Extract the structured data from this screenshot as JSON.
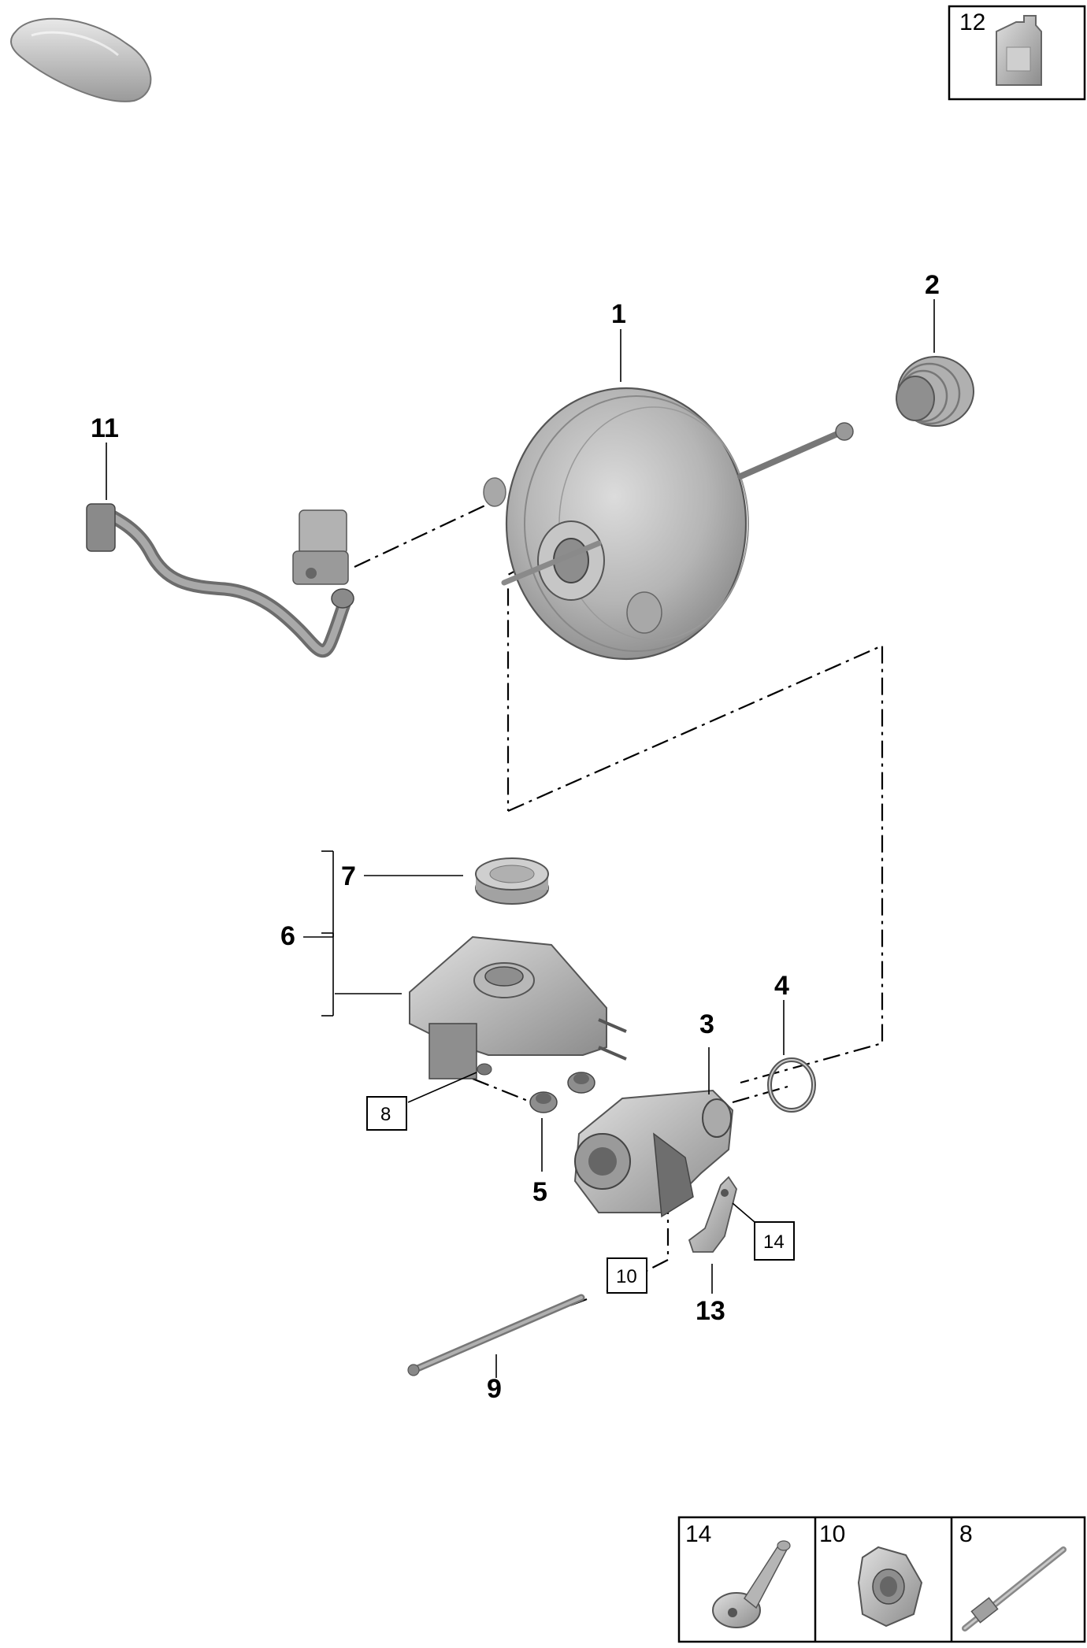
{
  "callouts": {
    "c1": "1",
    "c2": "2",
    "c3": "3",
    "c4": "4",
    "c5": "5",
    "c6": "6",
    "c7": "7",
    "c9": "9",
    "c11": "11",
    "c13": "13"
  },
  "boxed_refs": {
    "b8": "8",
    "b10": "10",
    "b14": "14"
  },
  "corner_box": {
    "number": "12",
    "icon": "oil-bottle-icon"
  },
  "legend": [
    {
      "number": "14",
      "icon": "screw-icon"
    },
    {
      "number": "10",
      "icon": "hex-nut-icon"
    },
    {
      "number": "8",
      "icon": "stud-bolt-icon"
    }
  ],
  "vehicle_icon": "car-silhouette-icon",
  "colors": {
    "part_fill": "#b9b9b9",
    "part_dark": "#7a7a7a",
    "line": "#000000"
  }
}
